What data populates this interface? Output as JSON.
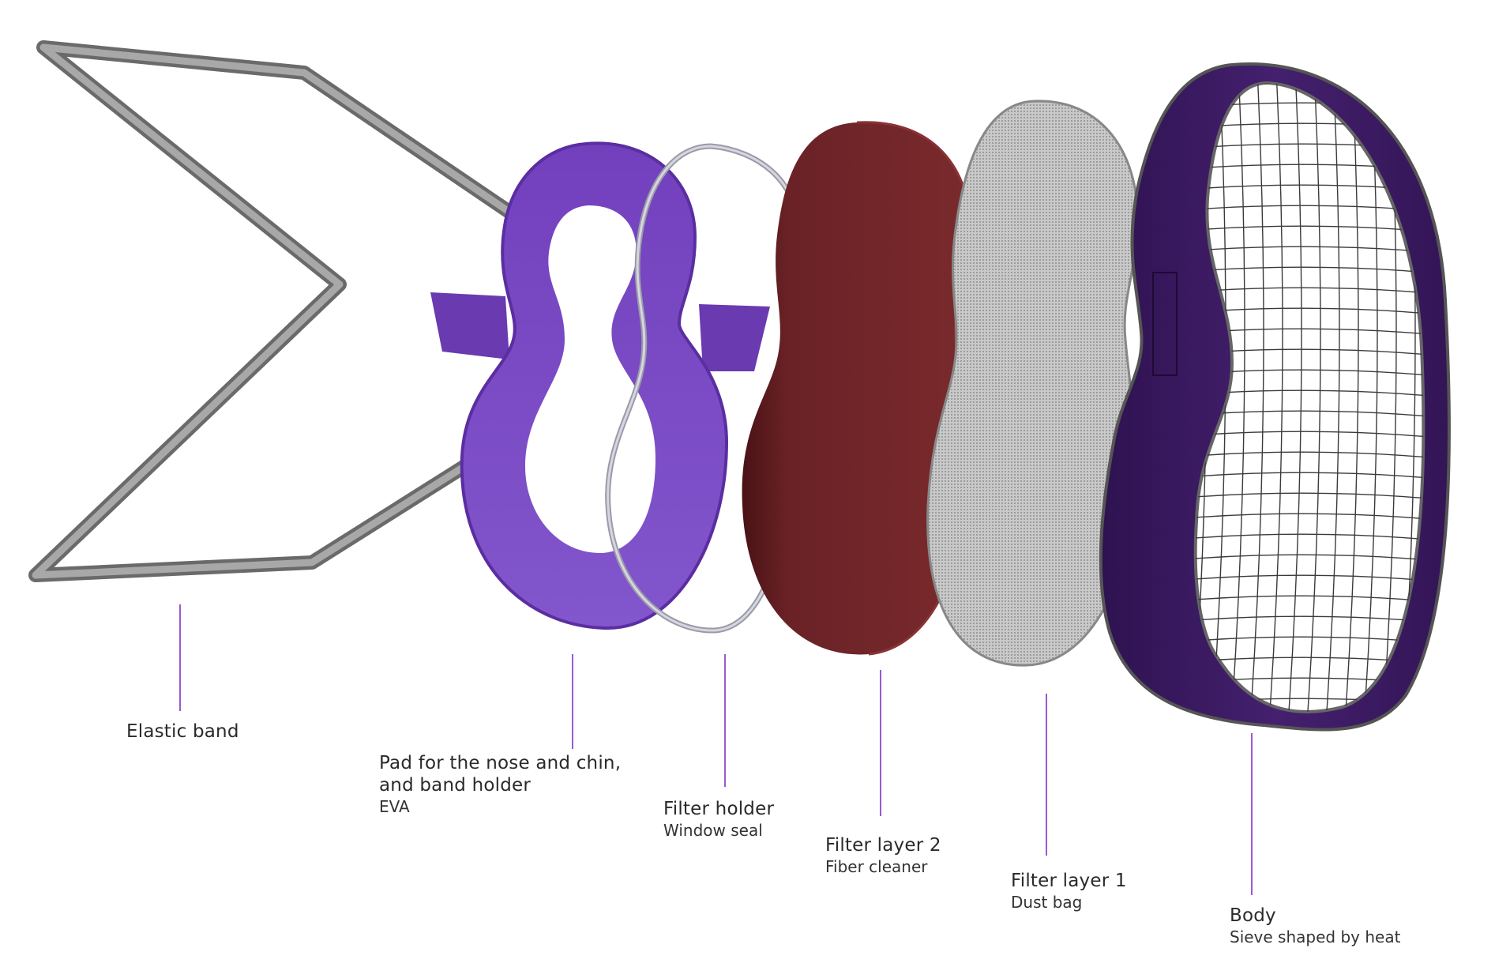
{
  "diagram": {
    "parts": [
      {
        "id": "elastic-band",
        "title_lines": [
          "Elastic band"
        ],
        "subtitle": ""
      },
      {
        "id": "pad",
        "title_lines": [
          "Pad for the nose and chin,",
          "and band holder"
        ],
        "subtitle": "EVA"
      },
      {
        "id": "filter-holder",
        "title_lines": [
          "Filter holder"
        ],
        "subtitle": "Window seal"
      },
      {
        "id": "filter-layer-2",
        "title_lines": [
          "Filter layer 2"
        ],
        "subtitle": "Fiber cleaner"
      },
      {
        "id": "filter-layer-1",
        "title_lines": [
          "Filter layer 1"
        ],
        "subtitle": "Dust bag"
      },
      {
        "id": "body",
        "title_lines": [
          "Body"
        ],
        "subtitle": "Sieve shaped by heat"
      }
    ],
    "colors": {
      "leader_line": "#9b59d0",
      "elastic_band": "#8a8a8a",
      "pad": "#7a48c4",
      "filter_holder": "#c8c8d4",
      "filter_layer_2": "#6e2428",
      "filter_layer_1": "#b4b4b4",
      "body": "#3d1a66",
      "label_text": "#2a2a2a"
    }
  }
}
